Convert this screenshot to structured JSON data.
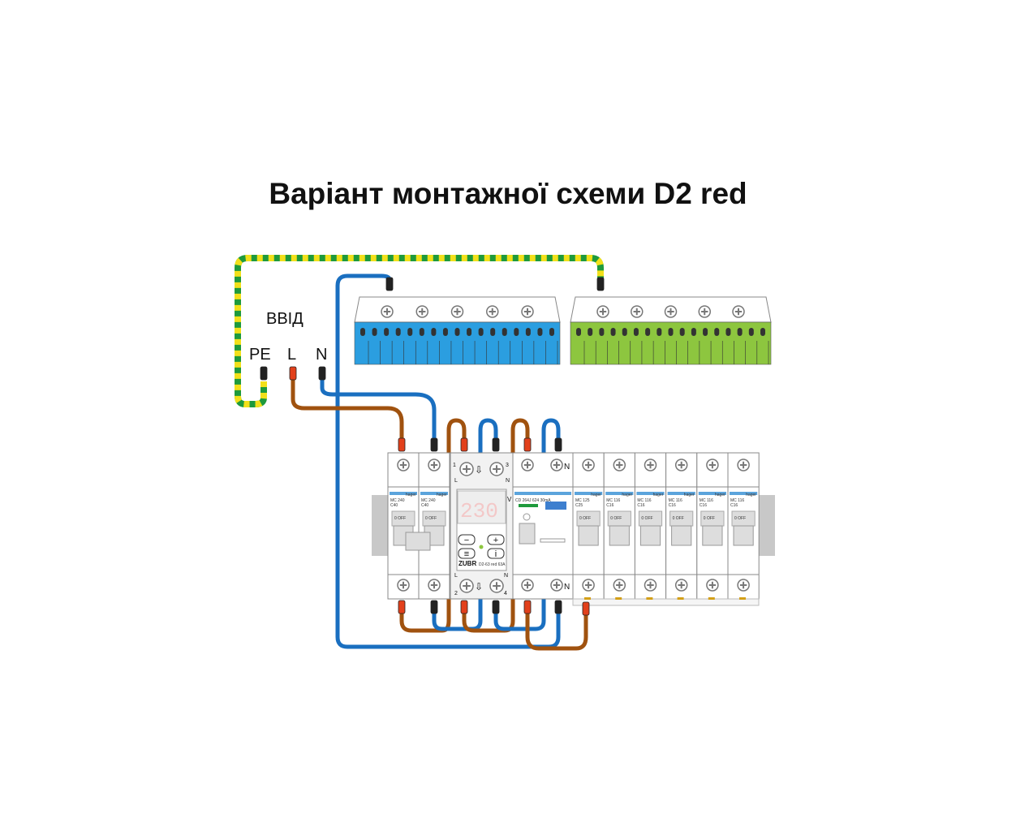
{
  "title": "Варіант монтажної схеми D2 red",
  "input": {
    "label": "ВВІД",
    "pe": "PE",
    "l": "L",
    "n": "N"
  },
  "colors": {
    "neutral": "#1a6fc0",
    "phase": "#a0520f",
    "pe_yellow": "#f2e01a",
    "pe_green": "#1e9a3c",
    "busbar_n": "#2b9ee0",
    "busbar_pe": "#8dc63f"
  },
  "breaker_brand": "hager",
  "main_breaker": {
    "model": "MC 240",
    "rating": "C40",
    "switch": "0 OFF"
  },
  "relay": {
    "brand": "ZUBR",
    "model": "D2-63 red",
    "rating": "63A",
    "display": "230",
    "unit": "V",
    "t1": "1",
    "t3": "3",
    "t2": "2",
    "t4": "4",
    "l": "L",
    "n": "N"
  },
  "rcd": {
    "model": "CD 264J 624 30mA",
    "n": "N"
  },
  "breakers": [
    {
      "model": "MC 125",
      "rating": "C25",
      "switch": "0 OFF"
    },
    {
      "model": "MC 116",
      "rating": "C16",
      "switch": "0 OFF"
    },
    {
      "model": "MC 116",
      "rating": "C16",
      "switch": "0 OFF"
    },
    {
      "model": "MC 116",
      "rating": "C16",
      "switch": "0 OFF"
    },
    {
      "model": "MC 116",
      "rating": "C16",
      "switch": "0 OFF"
    },
    {
      "model": "MC 116",
      "rating": "C16",
      "switch": "0 OFF"
    }
  ]
}
